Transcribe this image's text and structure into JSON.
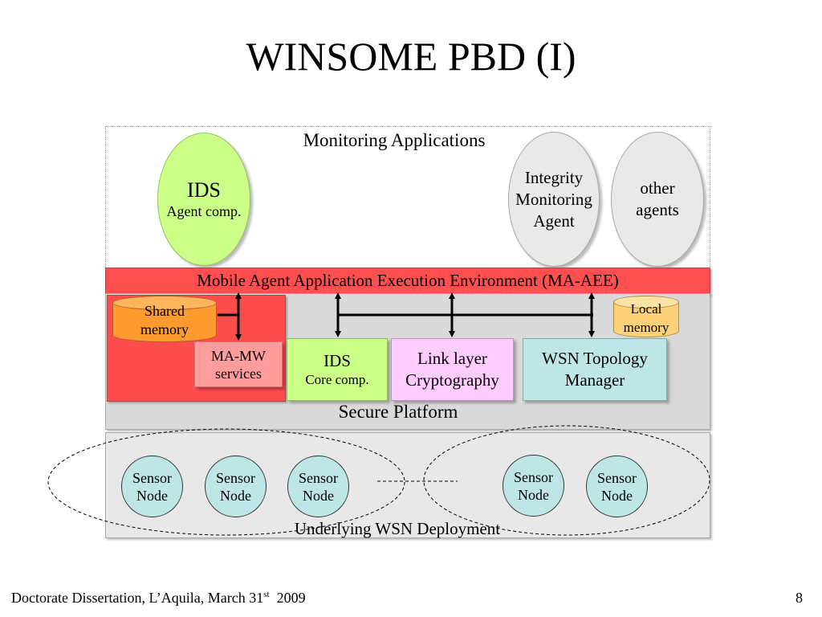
{
  "title": "WINSOME PBD (I)",
  "monitoring": {
    "label": "Monitoring Applications",
    "ids_agent": {
      "line1": "IDS",
      "line2": "Agent comp."
    },
    "integrity_agent": [
      "Integrity",
      "Monitoring",
      "Agent"
    ],
    "other_agents": [
      "other",
      "agents"
    ]
  },
  "aee_label": "Mobile Agent Application Execution Environment (MA-AEE)",
  "platform": {
    "label": "Secure Platform",
    "shared_memory": [
      "Shared",
      "memory"
    ],
    "local_memory": [
      "Local",
      "memory"
    ],
    "ma_mw": [
      "MA-MW",
      "services"
    ],
    "ids_core": {
      "line1": "IDS",
      "line2": "Core comp."
    },
    "link_layer": [
      "Link layer",
      "Cryptography"
    ],
    "wsn_topology": [
      "WSN Topology",
      "Manager"
    ]
  },
  "deployment": {
    "label": "Underlying WSN Deployment",
    "nodes": [
      [
        "Sensor",
        "Node"
      ],
      [
        "Sensor",
        "Node"
      ],
      [
        "Sensor",
        "Node"
      ],
      [
        "Sensor",
        "Node"
      ],
      [
        "Sensor",
        "Node"
      ]
    ]
  },
  "footer": {
    "text": "Doctorate Dissertation, L’Aquila, March 31",
    "sup": "st",
    "year": "2009",
    "page": "8"
  },
  "colors": {
    "aee_red": "#ff4f4f",
    "ids_green": "#ccff88",
    "link_pink": "#ffccff",
    "topology_cyan": "#bfe6e6",
    "shared_memory_orange": "#ff9a2e",
    "local_memory_yellow": "#ffd27a"
  }
}
